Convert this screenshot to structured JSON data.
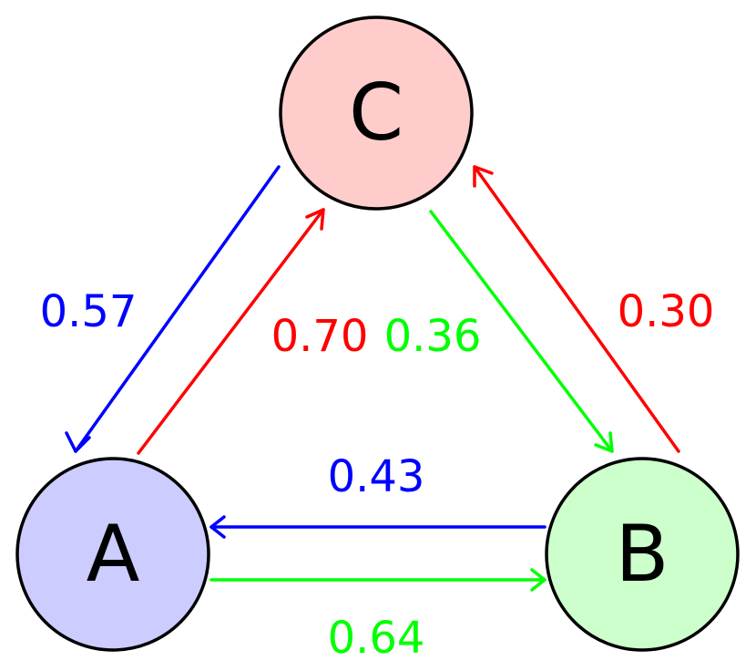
{
  "colors": {
    "blue": "#0000ff",
    "red": "#ff0000",
    "green": "#00ff00",
    "node_a_fill": "#ccccff",
    "node_b_fill": "#ccffcc",
    "node_c_fill": "#ffcccc",
    "node_stroke": "#000000"
  },
  "nodes": {
    "a": {
      "label": "A"
    },
    "b": {
      "label": "B"
    },
    "c": {
      "label": "C"
    }
  },
  "edges": {
    "c_to_a": {
      "from": "C",
      "to": "A",
      "label": "0.57",
      "color": "#0000ff"
    },
    "a_to_c": {
      "from": "A",
      "to": "C",
      "label": "0.70",
      "color": "#ff0000"
    },
    "c_to_b": {
      "from": "C",
      "to": "B",
      "label": "0.36",
      "color": "#00ff00"
    },
    "b_to_c": {
      "from": "B",
      "to": "C",
      "label": "0.30",
      "color": "#ff0000"
    },
    "b_to_a": {
      "from": "B",
      "to": "A",
      "label": "0.43",
      "color": "#0000ff"
    },
    "a_to_b": {
      "from": "A",
      "to": "B",
      "label": "0.64",
      "color": "#00ff00"
    }
  }
}
